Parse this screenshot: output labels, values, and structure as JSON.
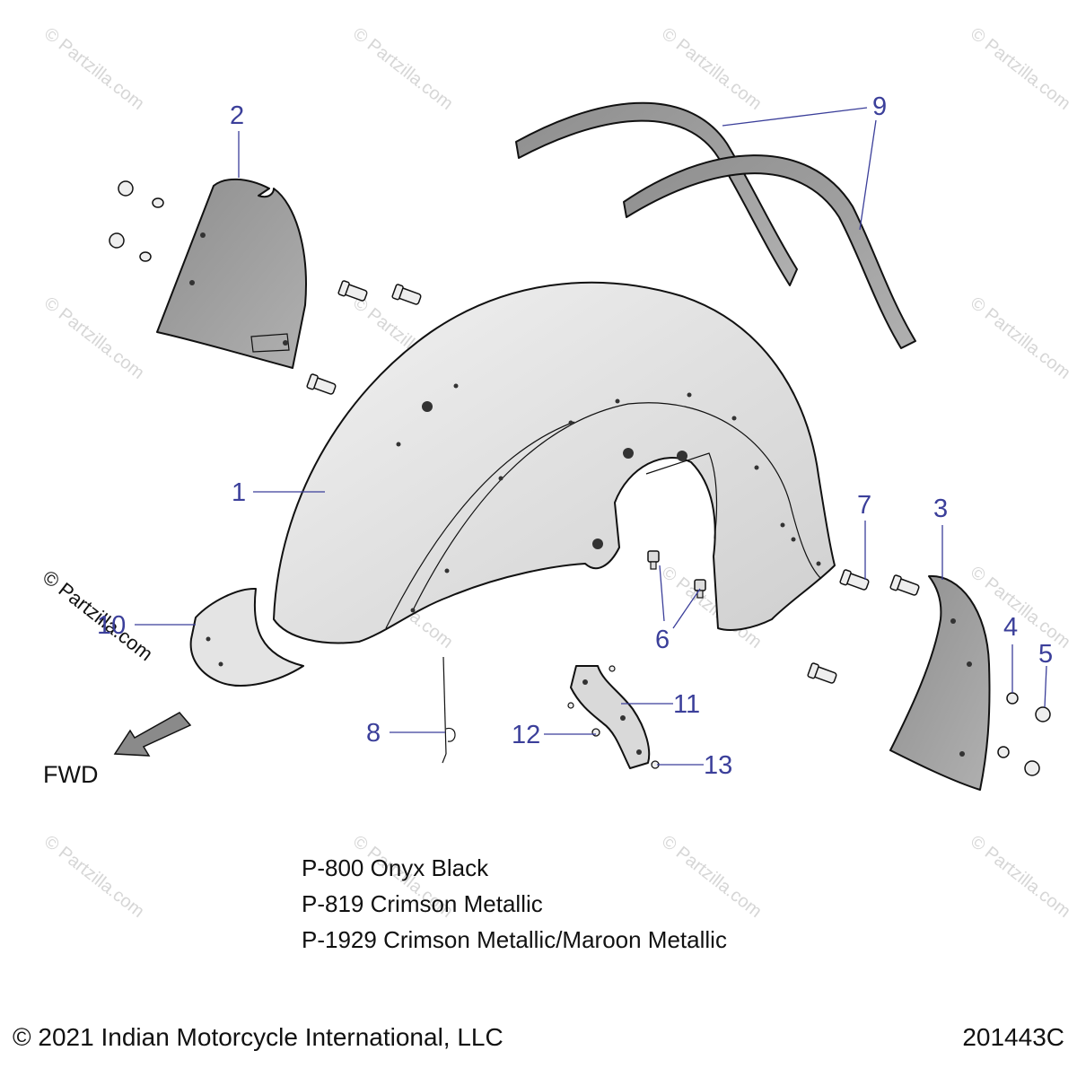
{
  "callouts": [
    "1",
    "2",
    "3",
    "4",
    "5",
    "6",
    "7",
    "8",
    "9",
    "10",
    "11",
    "12",
    "13"
  ],
  "watermark": "© Partzilla.com",
  "direction_label": "FWD",
  "paint_codes": [
    "P-800 Onyx Black",
    "P-819 Crimson Metallic",
    "P-1929 Crimson Metallic/Maroon Metallic"
  ],
  "copyright": "© 2021 Indian Motorcycle International, LLC",
  "diagram_number": "201443C",
  "colors": {
    "callout": "#3b3f9a",
    "part_fill_dark": "#9a9a9a",
    "part_fill_light": "#e8e8e8",
    "watermark": "#d6d6d6"
  }
}
